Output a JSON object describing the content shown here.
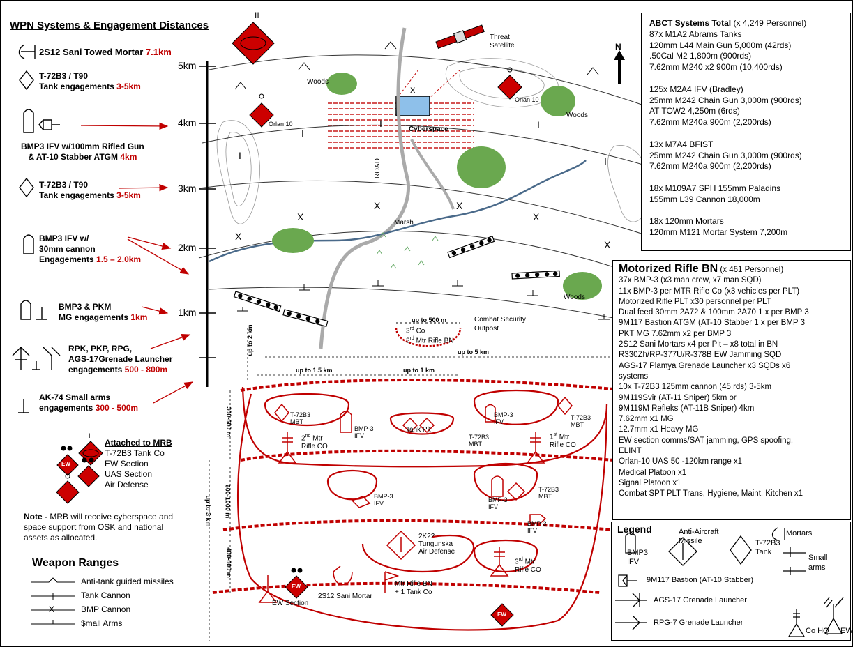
{
  "title": "WPN Systems & Engagement Distances",
  "left": {
    "sani": {
      "name": "2S12 Sani  Towed Mortar",
      "range": "7.1km"
    },
    "t72_1": {
      "line1": "T-72B3 / T90",
      "line2": "Tank engagements",
      "range": "3-5km"
    },
    "bmp3_atgm": {
      "line1": "BMP3 IFV w/100mm Rifled Gun",
      "line2": "& AT-10 Stabber ATGM",
      "range": "4km"
    },
    "t72_2": {
      "line1": "T-72B3 / T90",
      "line2": "Tank engagements",
      "range": "3-5km"
    },
    "bmp3_cannon": {
      "line1": "BMP3 IFV w/",
      "line2": "30mm cannon",
      "line3": "Engagements",
      "range": "1.5 – 2.0km"
    },
    "bmp3_pkm": {
      "line1": "BMP3 & PKM",
      "line2": "MG engagements",
      "range": "1km"
    },
    "rpk": {
      "line1": "RPK, PKP, RPG,",
      "line2": "AGS-17Grenade Launcher",
      "line3": "engagements",
      "range": "500 - 800m"
    },
    "ak74": {
      "line1": "AK-74 Small arms",
      "line2": "engagements",
      "range": "300 - 500m"
    }
  },
  "scale": [
    "5km",
    "4km",
    "3km",
    "2km",
    "1km"
  ],
  "attached": {
    "title": "Attached to MRB",
    "items": [
      "T-72B3 Tank Co",
      "EW Section",
      "UAS Section",
      "Air Defense"
    ],
    "ew": "EW",
    "roman": "I"
  },
  "note": {
    "bold": "Note",
    "text": " - MRB will receive cyberspace and space support from OSK and national assets as allocated.",
    "line1": " - MRB will receive cyberspace and",
    "line2": "space support from OSK and national",
    "line3": "assets as allocated."
  },
  "weapon_ranges": {
    "title": "Weapon Ranges",
    "items": [
      "Anti-tank guided missiles",
      "Tank Cannon",
      "BMP Cannon",
      "$mall Arms"
    ]
  },
  "map": {
    "threat_sat": [
      "Threat",
      "Satellite"
    ],
    "orlan": "Orlan 10",
    "woods": "Woods",
    "cyber": "Cyberspace",
    "road": "ROAD",
    "marsh": "Marsh",
    "north": "N",
    "roman_top": "II",
    "cso": [
      "Combat Security",
      "Outpost"
    ],
    "co3_a": "3",
    "co3_b": "rd",
    "co3_c": " Co",
    "mtr_bn_a": "3",
    "mtr_bn_b": "rd",
    "mtr_bn_c": " Mtr Rifle BN",
    "up500": "up to 500 m",
    "up5km": "up to 5 km",
    "up2km": "up to 2 km",
    "up15km": "up to 1.5 km",
    "up1km": "up to 1 km",
    "d300600": "300-600 m",
    "d6001000": "600-1000 m",
    "d400600": "400-600 m",
    "up3km": "up to 3 km",
    "t72mbt": [
      "T-72B3",
      "MBT"
    ],
    "bmp3ifv": [
      "BMP-3",
      "IFV"
    ],
    "rifle2": [
      "2",
      "nd",
      " Mtr",
      "Rifle CO"
    ],
    "rifle1": [
      "1",
      "st",
      " Mtr",
      "Rifle CO"
    ],
    "rifle3": [
      "3",
      "rd",
      " Mtr",
      "Rifle CO"
    ],
    "tankplt": "Tank Plt",
    "k22": [
      "2K22",
      "Tungunska",
      "Air Defense"
    ],
    "mtrbn": [
      "Mtr Rifle BN",
      "+ 1 Tank Co"
    ],
    "ewsec": "EW Section",
    "sani_mortar": "2S12 Sani Mortar",
    "ew": "EW"
  },
  "abct": {
    "title": "ABCT Systems Total",
    "personnel": " (x 4,249 Personnel)",
    "lines": [
      "87x  M1A2 Abrams Tanks",
      "       120mm  L44 Main Gun 5,000m (42rds)",
      "        .50Cal M2 1,800m (900rds)",
      "       7.62mm  M240 x2 900m (10,400rds)",
      "",
      "125x M2A4 IFV (Bradley)",
      "        25mm  M242  Chain Gun 3,000m  (900rds)",
      "        AT TOW2 4,250m  (6rds)",
      "        7.62mm  M240a  900m  (2,200rds)",
      "",
      "13x  M7A4  BFIST",
      "        25mm  M242 Chain Gun 3,000m  (900rds)",
      "        7.62mm  M240a  900m  (2,200rds)",
      "",
      "18x  M109A7 SPH 155mm  Paladins",
      "        155mm  L39 Cannon 18,000m",
      "",
      "18x  120mm  Mortars",
      "        120mm  M121 Mortar System 7,200m"
    ]
  },
  "mrbn": {
    "title": "Motorized Rifle BN",
    "personnel": " (x 461 Personnel)",
    "lines": [
      "37x BMP-3 (x3 man crew, x7 man SQD)",
      "11x BMP-3 per MTR Rifle Co (x3 vehicles per PLT)",
      "Motorized Rifle PLT x30 personnel per PLT",
      "Dual feed 30mm 2A72 & 100mm 2A70 1 x per BMP 3",
      "9M117 Bastion ATGM (AT-10 Stabber 1 x per BMP 3",
      "PKT MG 7.62mm x2 per BMP 3",
      "2S12 Sani Mortars x4 per Plt – x8 total in BN",
      "R330Zh/RP-377U/R-378B EW Jamming SQD",
      "AGS-17 Plamya Grenade Launcher x3 SQDs x6",
      "    systems",
      "10x T-72B3 125mm cannon (45 rds)  3-5km",
      "        9M119Svir (AT-11 Sniper) 5km or",
      "        9M119M  Refleks  (AT-11B Sniper) 4km",
      "        7.62mm  x1  MG",
      "        12.7mm  x1 Heavy  MG",
      "EW section comms/SAT jamming, GPS spoofing,",
      "    ELINT",
      "Orlan-10 UAS  50 -120km range x1",
      "Medical Platoon x1",
      "Signal Platoon x1",
      "Combat SPT PLT Trans, Hygiene, Maint, Kitchen x1"
    ]
  },
  "legend": {
    "title": "Legend",
    "bmp3": [
      "BMP3",
      "IFV"
    ],
    "aa": [
      "Anti-Aircraft",
      "Missile"
    ],
    "t72": [
      "T-72B3",
      "Tank"
    ],
    "mortars": "Mortars",
    "small": [
      "Small",
      "arms"
    ],
    "bastion": "9M117 Bastion (AT-10 Stabber)",
    "ags": "AGS-17 Grenade Launcher",
    "rpg": "RPG-7 Grenade Launcher",
    "cohq": "Co HQ",
    "ew": "EW"
  },
  "colors": {
    "accent": "#c00000",
    "enemy": "#cc0000",
    "river": "#4a6a8a",
    "woods": "#6aa84f"
  }
}
